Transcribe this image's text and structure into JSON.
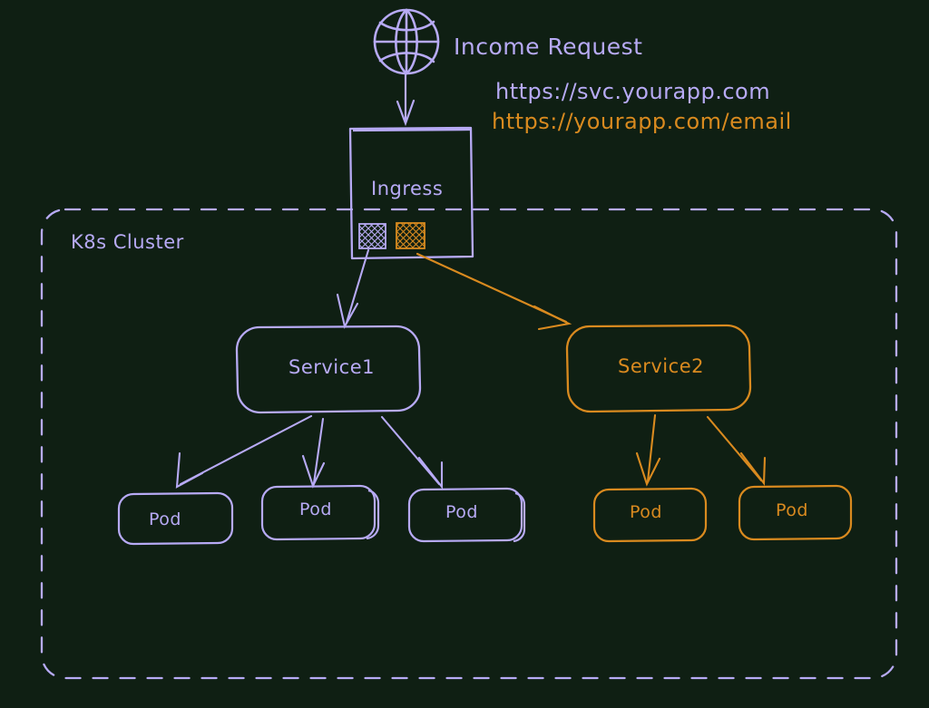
{
  "diagram": {
    "title_label": "Income Request",
    "background_color": "#0f1f13",
    "purple_color": "#b7aaf5",
    "orange_color": "#d98a1f",
    "urls": [
      {
        "text": "https://svc.yourapp.com",
        "color": "#b7aaf5"
      },
      {
        "text": "https://yourapp.com/email",
        "color": "#d98a1f"
      }
    ],
    "globe_icon": "globe-icon",
    "cluster": {
      "label": "K8s Cluster"
    },
    "ingress": {
      "label": "Ingress",
      "rules": [
        {
          "name": "ingress-rule-purple",
          "color": "#b7aaf5"
        },
        {
          "name": "ingress-rule-orange",
          "color": "#d98a1f"
        }
      ]
    },
    "services": [
      {
        "label": "Service1",
        "color": "#b7aaf5"
      },
      {
        "label": "Service2",
        "color": "#d98a1f"
      }
    ],
    "pods": [
      {
        "label": "Pod",
        "color": "#b7aaf5"
      },
      {
        "label": "Pod",
        "color": "#b7aaf5"
      },
      {
        "label": "Pod",
        "color": "#b7aaf5"
      },
      {
        "label": "Pod",
        "color": "#d98a1f"
      },
      {
        "label": "Pod",
        "color": "#d98a1f"
      }
    ]
  }
}
